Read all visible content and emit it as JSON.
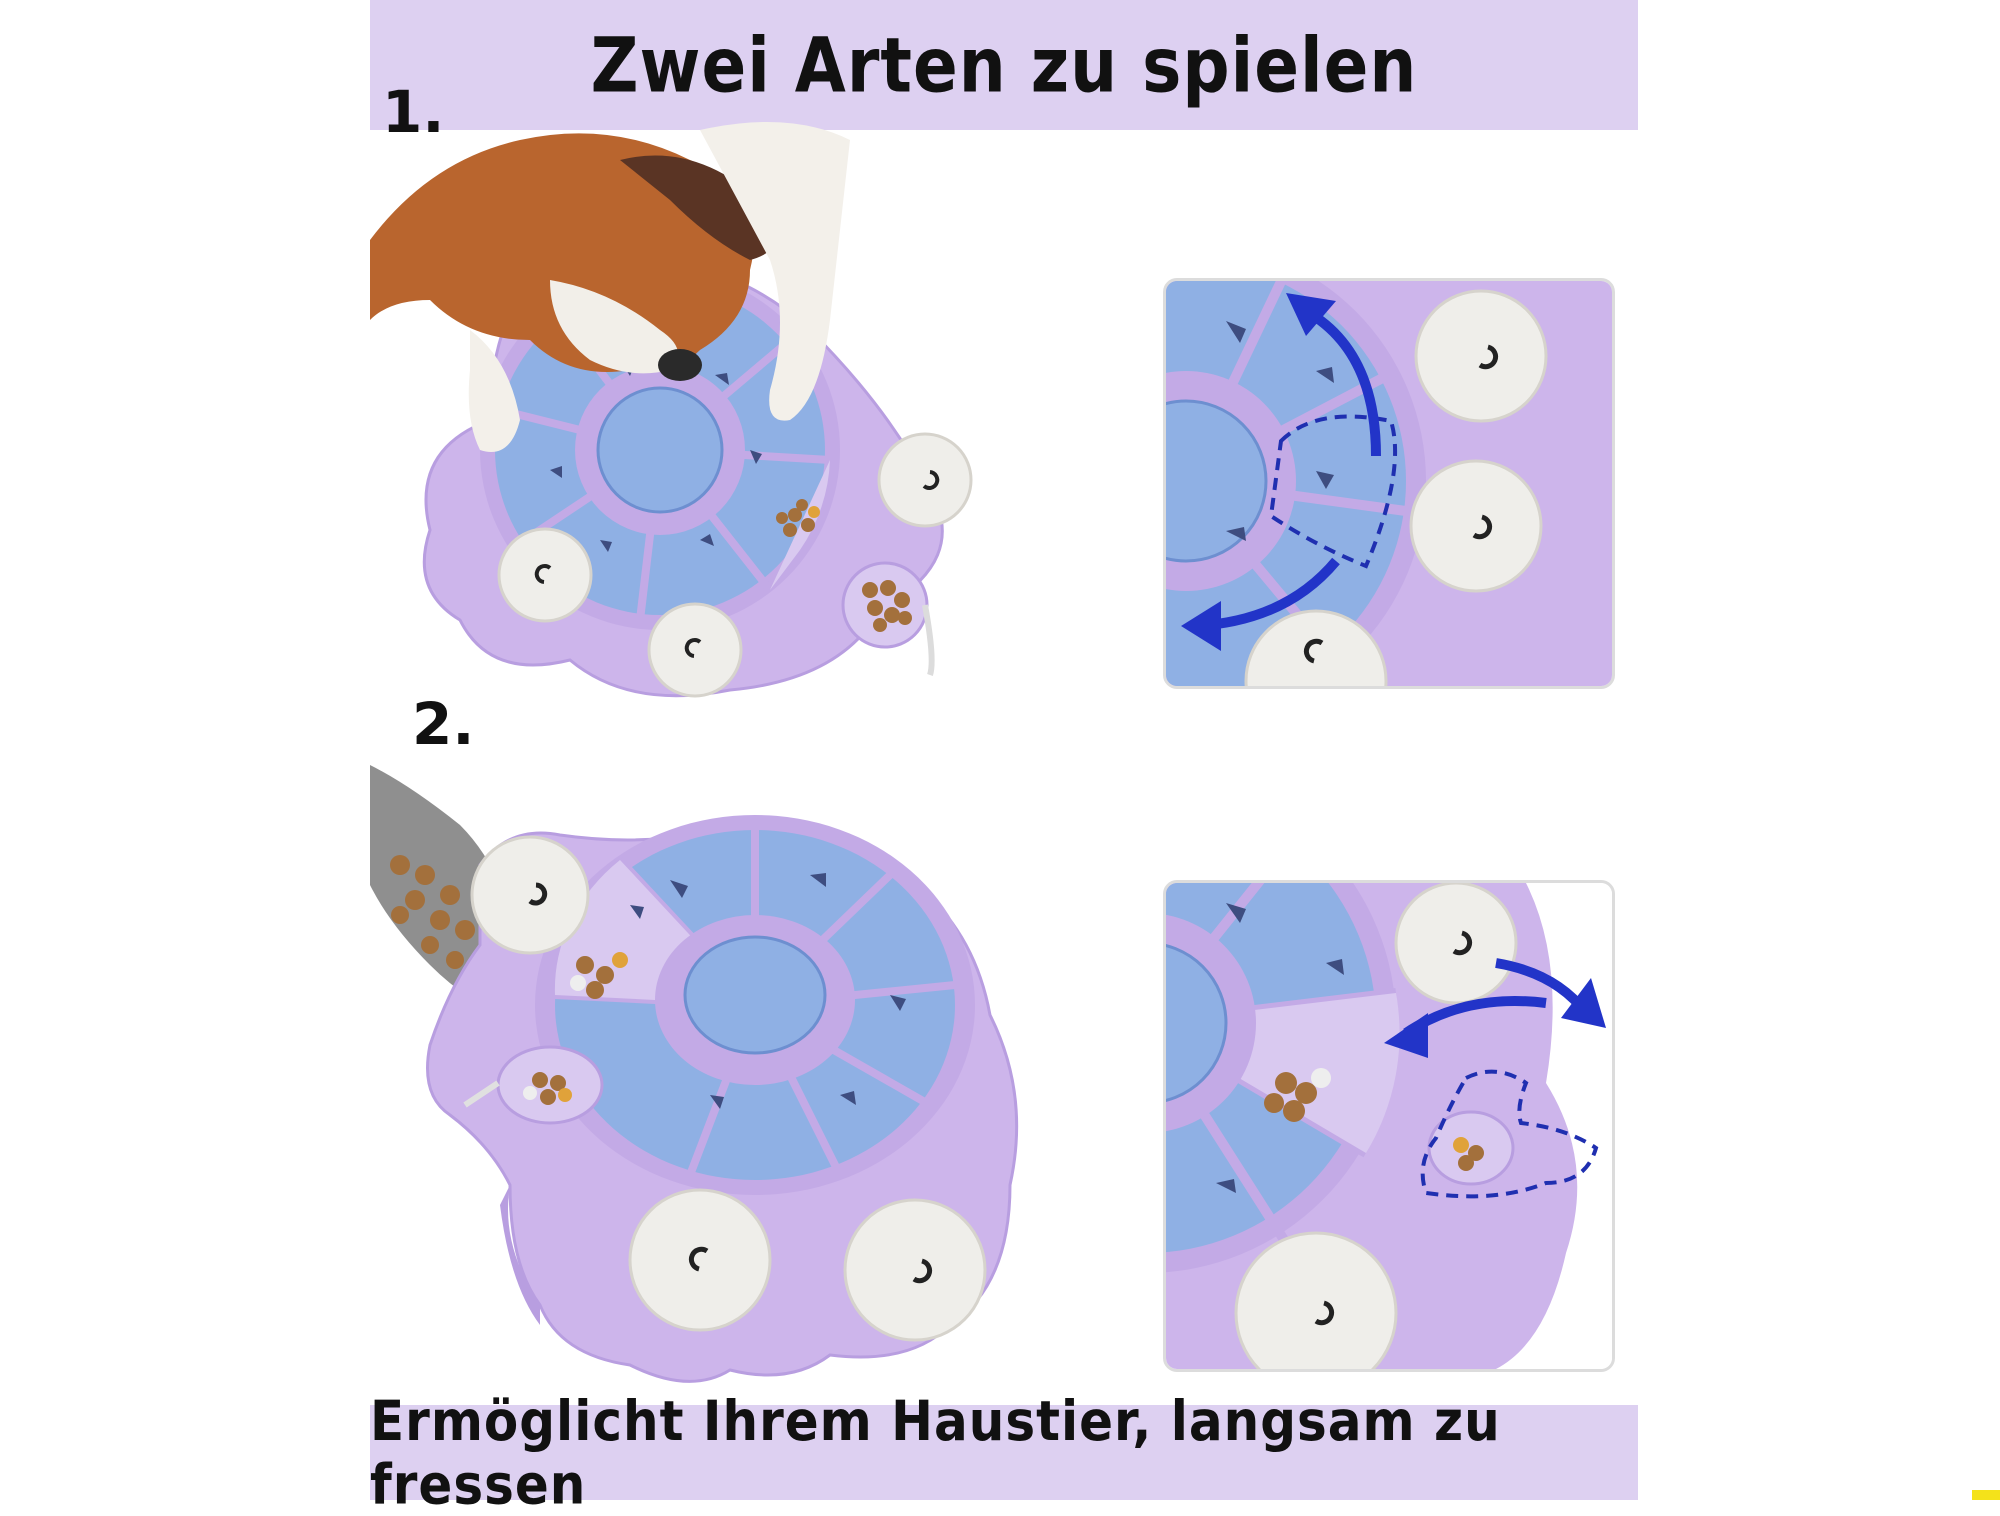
{
  "header": {
    "title": "Zwei Arten zu spielen"
  },
  "steps": [
    {
      "label": "1."
    },
    {
      "label": "2."
    }
  ],
  "footer": {
    "caption": "Ermöglicht Ihrem Haustier, langsam zu fressen"
  },
  "colors": {
    "band": "#ddd0f1",
    "toy_body": "#cdb5eb",
    "toy_dark": "#b89ee0",
    "disc_blue": "#8fb0e4",
    "disc_blue_dark": "#6d8fd0",
    "cap": "#efeeea",
    "kibble": "#a3703c",
    "arrow": "#2234c8",
    "accent": "#f4e21a"
  },
  "icons": [
    "curved-arrow-icon",
    "double-arrow-icon"
  ]
}
